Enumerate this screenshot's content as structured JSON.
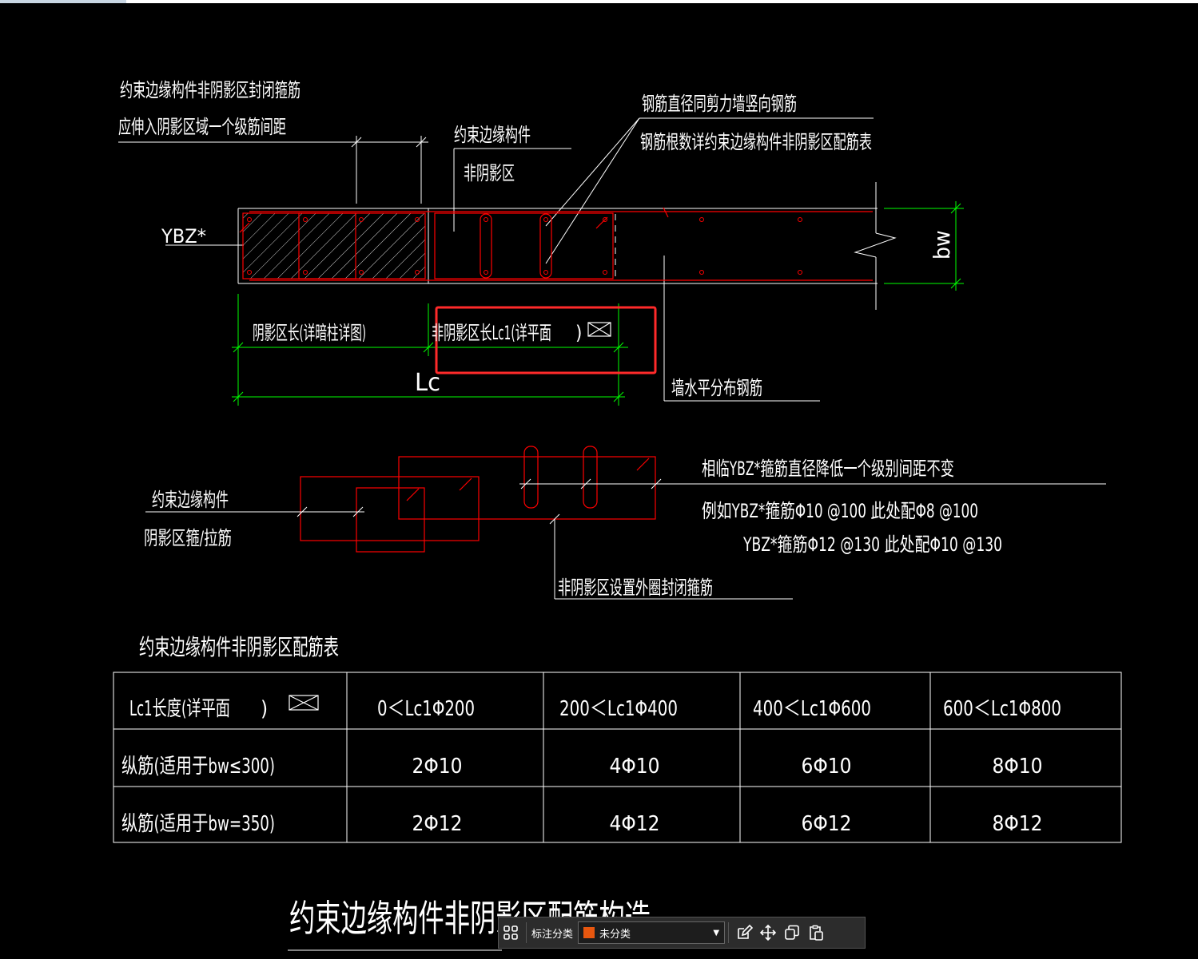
{
  "colors": {
    "accent": "#e8570f",
    "highlight_box": "#ff2a2a",
    "rebar": "#ff0000",
    "dimension": "#00ff00",
    "text": "#ffffff"
  },
  "drawing": {
    "note_closed_stirrup_1": "约束边缘构件非阴影区封闭箍筋",
    "note_closed_stirrup_2": "应伸入阴影区域一个级筋间距",
    "label_member_1": "约束边缘构件",
    "label_member_2": "非阴影区",
    "note_bar_dia": "钢筋直径同剪力墙竖向钢筋",
    "note_bar_count": "钢筋根数详约束边缘构件非阴影区配筋表",
    "label_ybz": "YBZ*",
    "label_bw": "bw",
    "dim_shadow_len": "阴影区长(详暗柱详图)",
    "dim_nonshadow_len": "非阴影区长Lc1(详平面",
    "dim_nonshadow_close": ")",
    "dim_lc": "Lc",
    "note_wall_horizontal": "墙水平分布钢筋",
    "note_adjacent": "相临YBZ*箍筋直径降低一个级别间距不变",
    "example_1": "例如YBZ*箍筋Φ10 @100 此处配Φ8 @100",
    "example_2": "YBZ*箍筋Φ12 @130 此处配Φ10 @130",
    "label_member_shadow_1": "约束边缘构件",
    "label_member_shadow_2": "阴影区箍/拉筋",
    "note_outer_stirrup": "非阴影区设置外圈封闭箍筋",
    "table_title": "约束边缘构件非阴影区配筋表",
    "main_title": "约束边缘构件非阴影区配筋构造"
  },
  "table": {
    "header": [
      "Lc1长度(详平面",
      "0＜Lc1Φ200",
      "200＜Lc1Φ400",
      "400＜Lc1Φ600",
      "600＜Lc1Φ800"
    ],
    "header_close": ")",
    "rows": [
      [
        "纵筋(适用于bw≤300)",
        "2Φ10",
        "4Φ10",
        "6Φ10",
        "8Φ10"
      ],
      [
        "纵筋(适用于bw=350)",
        "2Φ12",
        "4Φ12",
        "6Φ12",
        "8Φ12"
      ]
    ]
  },
  "toolbar": {
    "grid_icon": "grid-icon",
    "category_label": "标注分类",
    "category_value": "未分类",
    "edit_icon": "edit-icon",
    "move_icon": "move-icon",
    "copy_icon": "copy-icon",
    "paste_icon": "paste-icon"
  }
}
